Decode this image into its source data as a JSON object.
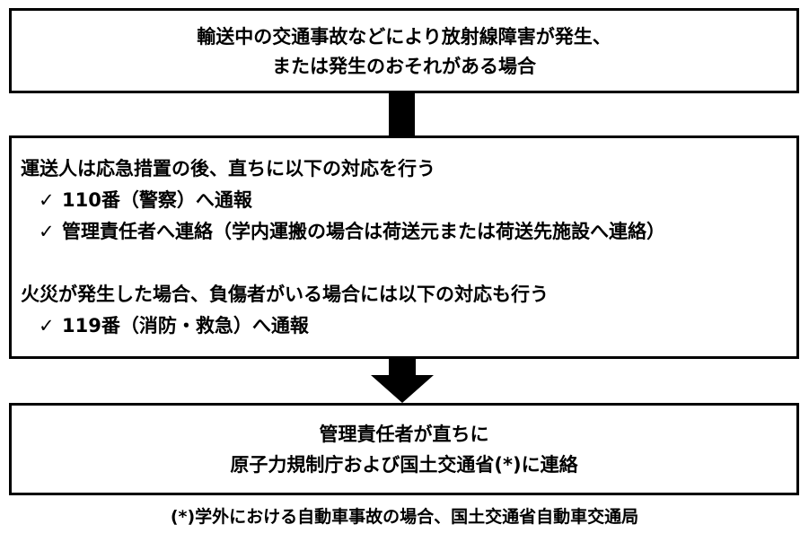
{
  "top_box": {
    "line1": "輸送中の交通事故などにより放射線障害が発生、",
    "line2": "または発生のおそれがある場合"
  },
  "middle_box": {
    "heading1": "運送人は応急措置の後、直ちに以下の対応を行う",
    "items1": [
      {
        "check": "✓",
        "text": "110番（警察）へ通報"
      },
      {
        "check": "✓",
        "text": "管理責任者へ連絡（学内運搬の場合は荷送元または荷送先施設へ連絡）"
      }
    ],
    "heading2": "火災が発生した場合、負傷者がいる場合には以下の対応も行う",
    "items2": [
      {
        "check": "✓",
        "text": "119番（消防・救急）へ通報"
      }
    ]
  },
  "bottom_box": {
    "line1": "管理責任者が直ちに",
    "line2": "原子力規制庁および国土交通省(*)に連絡"
  },
  "footnote": "(*)学外における自動車事故の場合、国土交通省自動車交通局"
}
